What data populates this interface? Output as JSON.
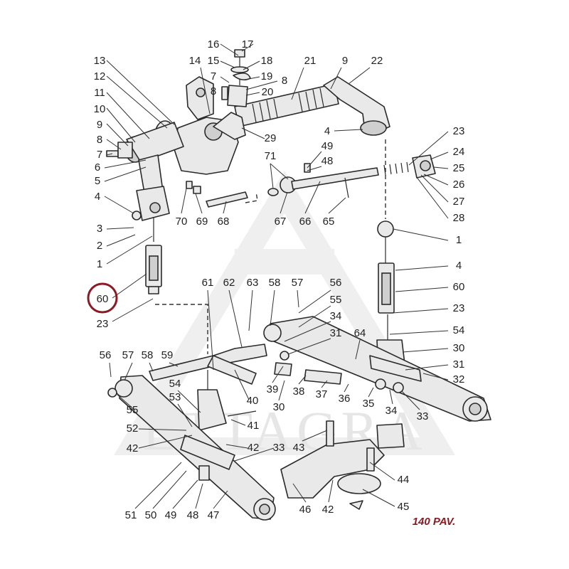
{
  "watermark": {
    "text": "ETTAGRA"
  },
  "page_code": "140 PAV.",
  "highlight": {
    "part": "60",
    "color": "#8a1a24"
  },
  "callouts": [
    {
      "id": "c-16",
      "text": "16"
    },
    {
      "id": "c-17",
      "text": "17"
    },
    {
      "id": "c-15",
      "text": "15"
    },
    {
      "id": "c-18",
      "text": "18"
    },
    {
      "id": "c-7a",
      "text": "7"
    },
    {
      "id": "c-19",
      "text": "19"
    },
    {
      "id": "c-8a",
      "text": "8"
    },
    {
      "id": "c-8b",
      "text": "8"
    },
    {
      "id": "c-20",
      "text": "20"
    },
    {
      "id": "c-13",
      "text": "13"
    },
    {
      "id": "c-14",
      "text": "14"
    },
    {
      "id": "c-21",
      "text": "21"
    },
    {
      "id": "c-9a",
      "text": "9"
    },
    {
      "id": "c-22",
      "text": "22"
    },
    {
      "id": "c-12",
      "text": "12"
    },
    {
      "id": "c-11",
      "text": "11"
    },
    {
      "id": "c-10",
      "text": "10"
    },
    {
      "id": "c-9b",
      "text": "9"
    },
    {
      "id": "c-8c",
      "text": "8"
    },
    {
      "id": "c-7b",
      "text": "7"
    },
    {
      "id": "c-6",
      "text": "6"
    },
    {
      "id": "c-5",
      "text": "5"
    },
    {
      "id": "c-4a",
      "text": "4"
    },
    {
      "id": "c-3",
      "text": "3"
    },
    {
      "id": "c-2",
      "text": "2"
    },
    {
      "id": "c-1a",
      "text": "1"
    },
    {
      "id": "c-29",
      "text": "29"
    },
    {
      "id": "c-4b",
      "text": "4"
    },
    {
      "id": "c-23a",
      "text": "23"
    },
    {
      "id": "c-24",
      "text": "24"
    },
    {
      "id": "c-25",
      "text": "25"
    },
    {
      "id": "c-26",
      "text": "26"
    },
    {
      "id": "c-27",
      "text": "27"
    },
    {
      "id": "c-28",
      "text": "28"
    },
    {
      "id": "c-71",
      "text": "71"
    },
    {
      "id": "c-49a",
      "text": "49"
    },
    {
      "id": "c-48a",
      "text": "48"
    },
    {
      "id": "c-70",
      "text": "70"
    },
    {
      "id": "c-69",
      "text": "69"
    },
    {
      "id": "c-68",
      "text": "68"
    },
    {
      "id": "c-67",
      "text": "67"
    },
    {
      "id": "c-66",
      "text": "66"
    },
    {
      "id": "c-65",
      "text": "65"
    },
    {
      "id": "c-1b",
      "text": "1"
    },
    {
      "id": "c-4c",
      "text": "4"
    },
    {
      "id": "c-60a",
      "text": "60"
    },
    {
      "id": "c-60b",
      "text": "60"
    },
    {
      "id": "c-23b",
      "text": "23"
    },
    {
      "id": "c-23c",
      "text": "23"
    },
    {
      "id": "c-61",
      "text": "61"
    },
    {
      "id": "c-62",
      "text": "62"
    },
    {
      "id": "c-63",
      "text": "63"
    },
    {
      "id": "c-58a",
      "text": "58"
    },
    {
      "id": "c-57a",
      "text": "57"
    },
    {
      "id": "c-56a",
      "text": "56"
    },
    {
      "id": "c-55a",
      "text": "55"
    },
    {
      "id": "c-34a",
      "text": "34"
    },
    {
      "id": "c-31a",
      "text": "31"
    },
    {
      "id": "c-64",
      "text": "64"
    },
    {
      "id": "c-54a",
      "text": "54"
    },
    {
      "id": "c-30a",
      "text": "30"
    },
    {
      "id": "c-31b",
      "text": "31"
    },
    {
      "id": "c-32",
      "text": "32"
    },
    {
      "id": "c-56b",
      "text": "56"
    },
    {
      "id": "c-57b",
      "text": "57"
    },
    {
      "id": "c-58b",
      "text": "58"
    },
    {
      "id": "c-59",
      "text": "59"
    },
    {
      "id": "c-54b",
      "text": "54"
    },
    {
      "id": "c-53",
      "text": "53"
    },
    {
      "id": "c-55b",
      "text": "55"
    },
    {
      "id": "c-52",
      "text": "52"
    },
    {
      "id": "c-42a",
      "text": "42"
    },
    {
      "id": "c-40",
      "text": "40"
    },
    {
      "id": "c-39",
      "text": "39"
    },
    {
      "id": "c-38",
      "text": "38"
    },
    {
      "id": "c-37",
      "text": "37"
    },
    {
      "id": "c-36",
      "text": "36"
    },
    {
      "id": "c-35",
      "text": "35"
    },
    {
      "id": "c-34b",
      "text": "34"
    },
    {
      "id": "c-33a",
      "text": "33"
    },
    {
      "id": "c-30b",
      "text": "30"
    },
    {
      "id": "c-41",
      "text": "41"
    },
    {
      "id": "c-42b",
      "text": "42"
    },
    {
      "id": "c-33b",
      "text": "33"
    },
    {
      "id": "c-43",
      "text": "43"
    },
    {
      "id": "c-44",
      "text": "44"
    },
    {
      "id": "c-45",
      "text": "45"
    },
    {
      "id": "c-51",
      "text": "51"
    },
    {
      "id": "c-50",
      "text": "50"
    },
    {
      "id": "c-49b",
      "text": "49"
    },
    {
      "id": "c-48b",
      "text": "48"
    },
    {
      "id": "c-47",
      "text": "47"
    },
    {
      "id": "c-46",
      "text": "46"
    },
    {
      "id": "c-42c",
      "text": "42"
    }
  ]
}
